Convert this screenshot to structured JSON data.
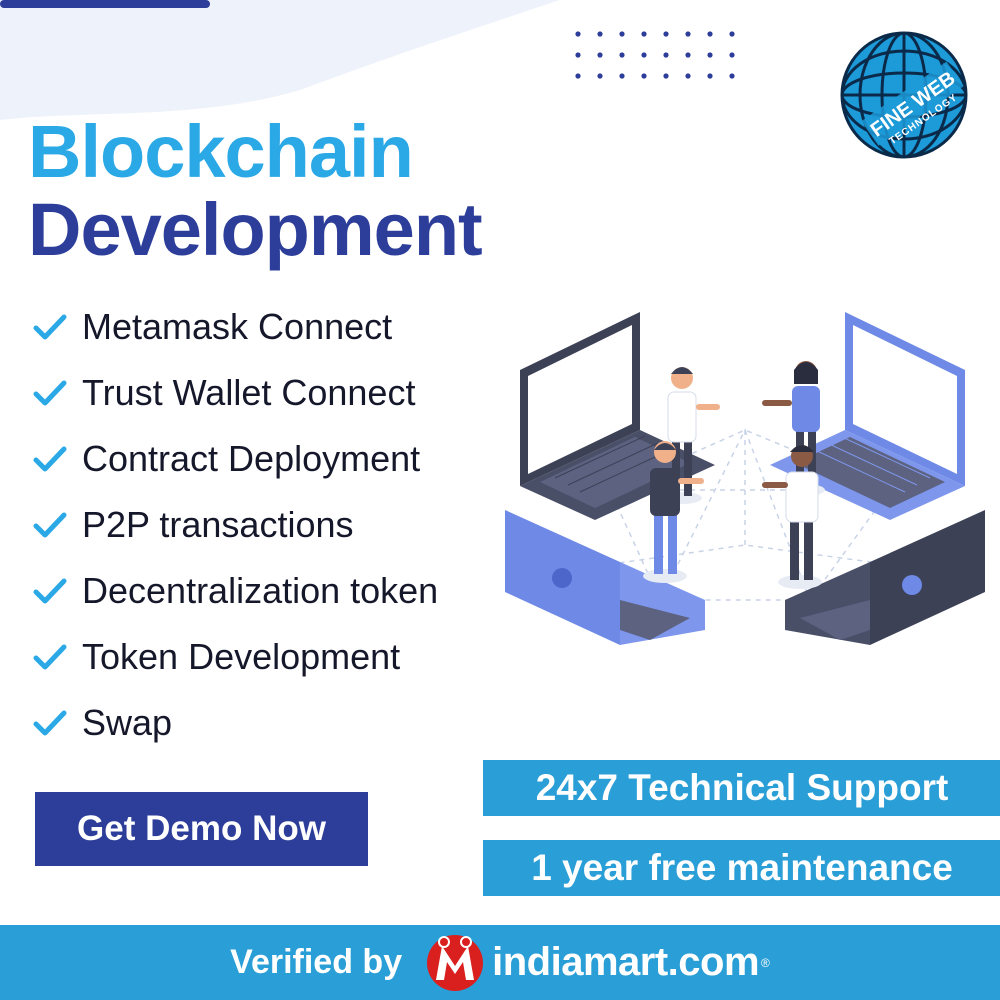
{
  "colors": {
    "title_light": "#2ba8e6",
    "title_dark": "#2d3e9a",
    "accent_blue": "#2a9ed6",
    "navy": "#2d3e9a",
    "background": "#ffffff"
  },
  "title": {
    "line1": "Blockchain",
    "line2": "Development"
  },
  "features": [
    "Metamask Connect",
    "Trust Wallet Connect",
    "Contract Deployment",
    "P2P transactions",
    "Decentralization token",
    "Token Development",
    "Swap"
  ],
  "cta": {
    "label": "Get Demo Now"
  },
  "support": {
    "line1": "24x7 Technical Support",
    "line2": "1 year free maintenance"
  },
  "footer": {
    "verified_label": "Verified by",
    "brand": "indiamart.com",
    "brand_mark": "®"
  },
  "logo": {
    "line1": "FINE WEB",
    "line2": "TECHNOLOGY"
  },
  "icons": {
    "check": "check-icon",
    "logo": "globe-logo-icon",
    "indiamart": "indiamart-m-icon"
  }
}
